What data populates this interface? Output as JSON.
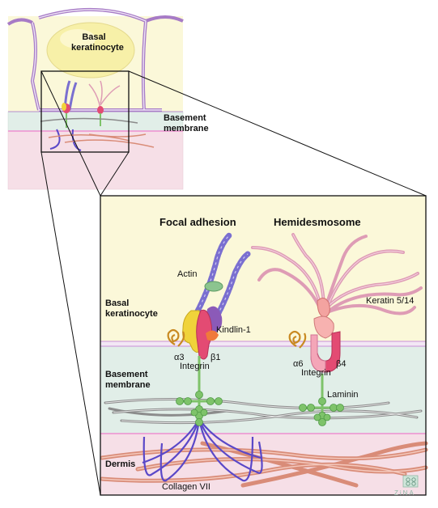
{
  "overview": {
    "cell_label_line1": "Basal",
    "cell_label_line2": "keratinocyte",
    "membrane_label_line1": "Basement",
    "membrane_label_line2": "membrane"
  },
  "detail": {
    "focal_adhesion_title": "Focal adhesion",
    "hemidesmosome_title": "Hemidesmosome",
    "layers": {
      "keratinocyte_line1": "Basal",
      "keratinocyte_line2": "keratinocyte",
      "membrane_line1": "Basement",
      "membrane_line2": "membrane",
      "dermis": "Dermis"
    },
    "components": {
      "actin": "Actin",
      "kindlin": "Kindlin-1",
      "keratin": "Keratin 5/14",
      "alpha3": "α3",
      "beta1": "β1",
      "integrin_left": "Integrin",
      "alpha6": "α6",
      "beta4": "β4",
      "integrin_right": "Integrin",
      "laminin": "Laminin",
      "collagen": "Collagen VII"
    }
  },
  "credit": "ZiNA",
  "colors": {
    "cytoplasm": "#fbf8d9",
    "basement_membrane": "#e1eee8",
    "dermis": "#f6dfe7",
    "actin": "#7a6fd0",
    "keratin": "#de9cb5",
    "integrin_alpha": "#f0d33a",
    "integrin_beta": "#e34b73",
    "laminin": "#7ec36a",
    "collagen_vii": "#5a48c8",
    "dermal_fibers": "#d98c78"
  }
}
